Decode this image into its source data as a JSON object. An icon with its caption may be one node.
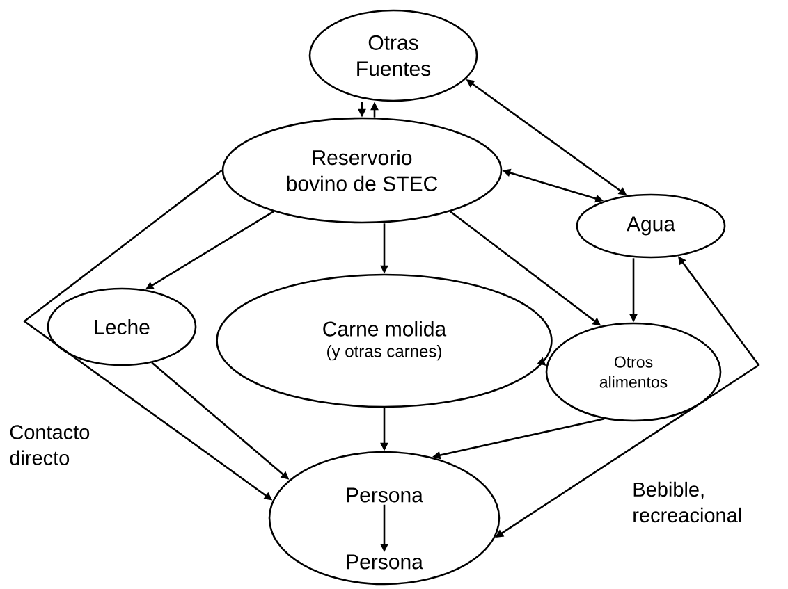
{
  "diagram": {
    "nodes": [
      {
        "text": [
          "Otras Fuentes"
        ]
      },
      {
        "text": [
          "Reservorio bovino de STEC"
        ]
      },
      {
        "text": [
          "Agua"
        ]
      },
      {
        "text": [
          "Leche"
        ]
      },
      {
        "text": [
          "Carne molida",
          "(y otras carnes)"
        ]
      },
      {
        "text": [
          "Otros alimentos"
        ]
      },
      {
        "text": [],
        "shape": "circle"
      },
      {
        "text": [
          "Persona"
        ],
        "in": 6
      },
      {
        "text": [
          "Persona"
        ],
        "in": 6
      }
    ],
    "edges": [
      {
        "from": 1,
        "to": 0,
        "arrow": "to"
      },
      {
        "from": 0,
        "to": 1,
        "arrow": "to"
      },
      {
        "from": 0,
        "to": 2,
        "arrow": "both"
      },
      {
        "from": 1,
        "to": 2,
        "arrow": "both"
      },
      {
        "from": 1,
        "to": 3,
        "arrow": "to"
      },
      {
        "from": 1,
        "to": 4,
        "arrow": "to"
      },
      {
        "from": 1,
        "to": 5,
        "arrow": "to"
      },
      {
        "from": 2,
        "to": 5,
        "arrow": "to"
      },
      {
        "from": 4,
        "to": 5,
        "arrow": "to"
      },
      {
        "from": 1,
        "to": 6,
        "arrow": "to",
        "label": "Contacto directo"
      },
      {
        "from": 3,
        "to": 6,
        "arrow": "to"
      },
      {
        "from": 4,
        "to": 6,
        "arrow": "to"
      },
      {
        "from": 5,
        "to": 6,
        "arrow": "to"
      },
      {
        "from": 6,
        "to": 2,
        "arrow": "both",
        "label": "Bebible, recreacional"
      },
      {
        "from": 7,
        "to": 8,
        "arrow": "to"
      }
    ]
  }
}
